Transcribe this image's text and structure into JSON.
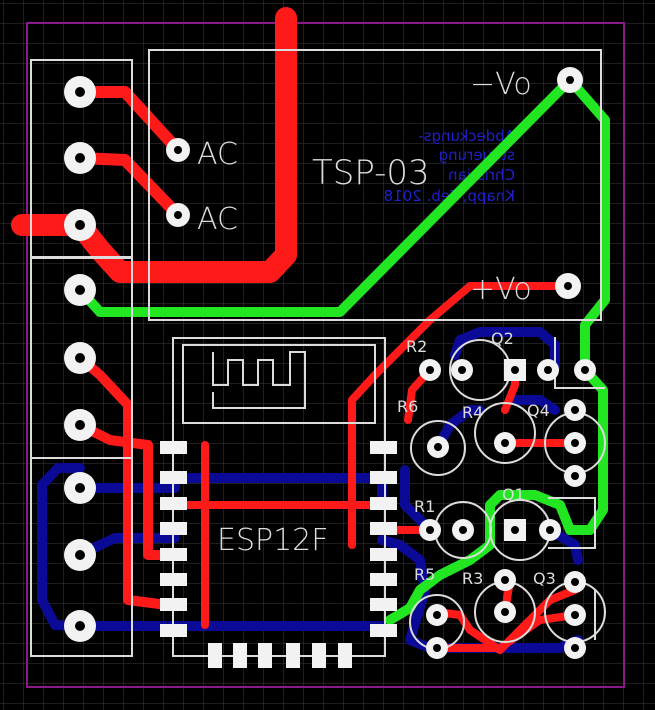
{
  "colors": {
    "background": "#000000",
    "grid": "#3c3c3c",
    "board_outline": "#8a1a8a",
    "top_copper": "#ff1a1a",
    "bottom_copper": "#0a0a96",
    "green_trace": "#22e622",
    "silkscreen": "#dcdcdc",
    "pad": "#f2f2f2",
    "bottom_text": "#2020c8"
  },
  "module": {
    "name": "TSP-03",
    "pins": {
      "ac1": "AC",
      "ac2": "AC",
      "vneg": "−Vo",
      "vpos": "+Vo"
    }
  },
  "mcu": {
    "name": "ESP12F"
  },
  "components": {
    "r1": "R1",
    "r2": "R2",
    "r3": "R3",
    "r4": "R4",
    "r5": "R5",
    "r6": "R6",
    "q1": "Q1",
    "q2": "Q2",
    "q3": "Q3",
    "q4": "Q4"
  },
  "bottom_layer_text": {
    "line1": "Abdeckungs-",
    "line2": "steuerung",
    "line3": "Christian",
    "line4": "Knapp, Feb. 2018"
  }
}
